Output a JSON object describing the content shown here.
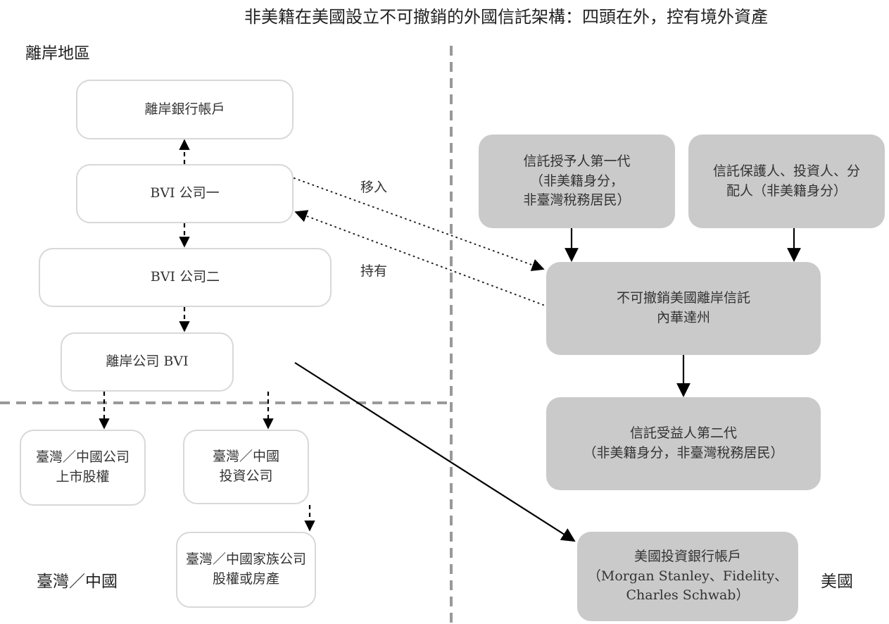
{
  "title": "非美籍在美國設立不可撤銷的外國信託架構：四頭在外，控有境外資產",
  "regions": {
    "offshore": "離岸地區",
    "taiwan_china": "臺灣／中國",
    "usa": "美國"
  },
  "nodes": {
    "offshore_bank": {
      "lines": [
        "離岸銀行帳戶"
      ]
    },
    "bvi_1": {
      "lines": [
        "BVI 公司一"
      ]
    },
    "bvi_2": {
      "lines": [
        "BVI 公司二"
      ]
    },
    "offshore_bvi": {
      "lines": [
        "離岸公司 BVI"
      ]
    },
    "tw_listed": {
      "lines": [
        "臺灣／中國公司",
        "上市股權"
      ]
    },
    "tw_invest": {
      "lines": [
        "臺灣／中國",
        "投資公司"
      ]
    },
    "tw_family": {
      "lines": [
        "臺灣／中國家族公司",
        "股權或房產"
      ]
    },
    "grantor": {
      "lines": [
        "信託授予人第一代",
        "（非美籍身分，",
        "非臺灣稅務居民）"
      ]
    },
    "protector": {
      "lines": [
        "信託保護人、投資人、分",
        "配人（非美籍身分）"
      ]
    },
    "trust": {
      "lines": [
        "不可撤銷美國離岸信託",
        "內華達州"
      ]
    },
    "beneficiary": {
      "lines": [
        "信託受益人第二代",
        "（非美籍身分，非臺灣稅務居民）"
      ]
    },
    "us_bank": {
      "lines": [
        "美國投資銀行帳戶",
        "（Morgan Stanley、Fidelity、",
        "Charles Schwab）"
      ]
    }
  },
  "edge_labels": {
    "transfer_in": "移入",
    "hold": "持有"
  },
  "colors": {
    "gray_box": "#cacaca",
    "white_box_border": "#d8d8d8",
    "divider": "#999999",
    "arrow": "#000000"
  }
}
